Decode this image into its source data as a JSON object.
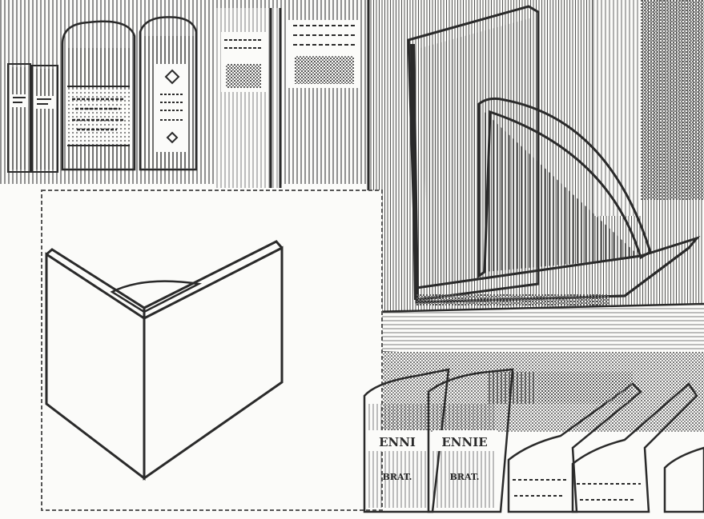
{
  "colors": {
    "paper": "#fbfbf9",
    "ink": "#2a2a2a",
    "shade": "#9a9a96"
  },
  "spines": {
    "left_book_title": "ENNI",
    "right_book_title": "ENNIE",
    "left_book_subtitle": "BRAT.",
    "right_book_subtitle": "BRAT."
  }
}
